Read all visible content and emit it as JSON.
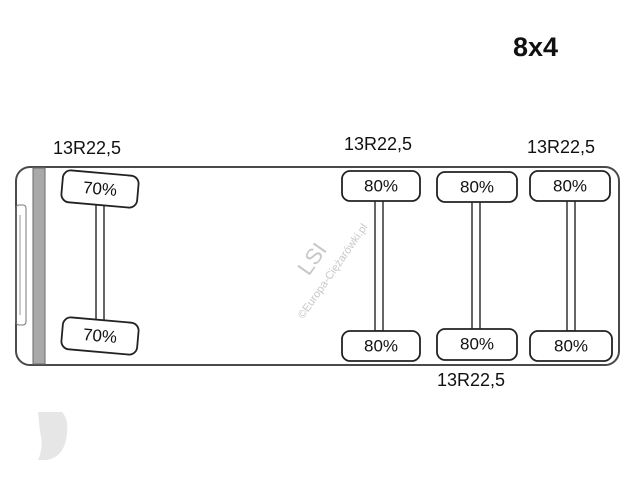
{
  "configuration": "8x4",
  "axles": [
    {
      "tyre_size": "13R22,5",
      "left_tyre_tread": "70%",
      "right_tyre_tread": "70%"
    },
    {
      "tyre_size": "13R22,5",
      "left_tyre_tread": "80%",
      "right_tyre_tread": "80%"
    },
    {
      "tyre_size": "13R22,5",
      "left_tyre_tread": "80%",
      "right_tyre_tread": "80%"
    },
    {
      "tyre_size": "13R22,5",
      "left_tyre_tread": "80%",
      "right_tyre_tread": "80%"
    }
  ],
  "watermark": {
    "logo": "LSI",
    "text": "©Europa-Ciężarówki.pl"
  },
  "colors": {
    "outline": "#4a4a4a",
    "cab": "#a9a9a9",
    "background": "#ffffff"
  }
}
